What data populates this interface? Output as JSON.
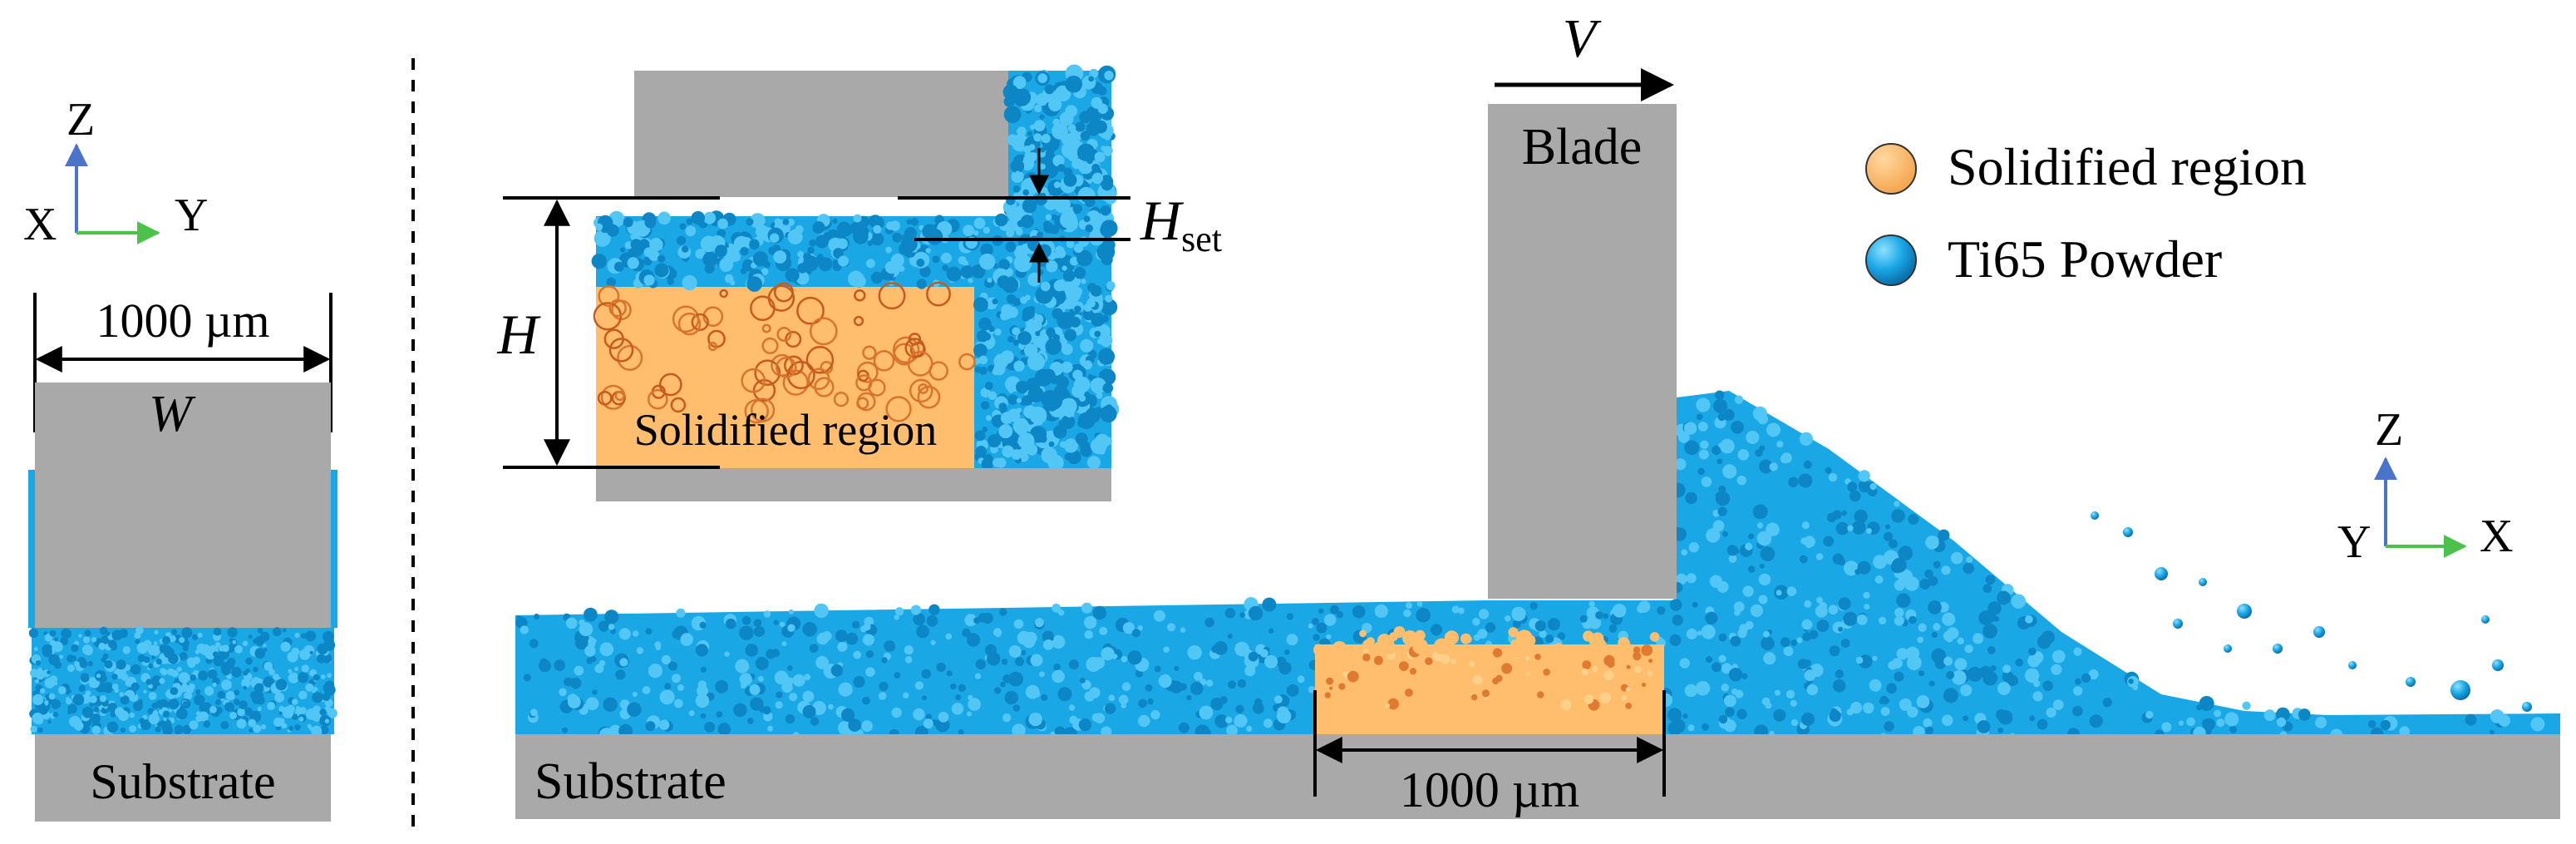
{
  "colors": {
    "powder": "#1aa7e6",
    "powder_dark": "#0b7fc0",
    "powder_light": "#6fd3ff",
    "solidified": "#ffbe6e",
    "solidified_dark": "#d9742e",
    "gray": "#a9a9a9",
    "axis_z": "#4a74c9",
    "axis_y": "#4cc24a"
  },
  "left_view": {
    "axes": {
      "z": "Z",
      "x": "X",
      "y": "Y"
    },
    "width_dim": "1000 µm",
    "width_symbol": "W",
    "substrate": "Substrate"
  },
  "main_view": {
    "velocity": "V",
    "blade": "Blade",
    "substrate": "Substrate",
    "dim_bottom": "1000 µm",
    "axes": {
      "z": "Z",
      "y": "Y",
      "x": "X"
    }
  },
  "inset": {
    "height_symbol": "H",
    "hset_main": "H",
    "hset_sub": "set",
    "solidified_label": "Solidified region"
  },
  "legend": [
    {
      "icon": "orange-circle",
      "label": "Solidified region"
    },
    {
      "icon": "blue-circle",
      "label": "Ti65 Powder"
    }
  ]
}
